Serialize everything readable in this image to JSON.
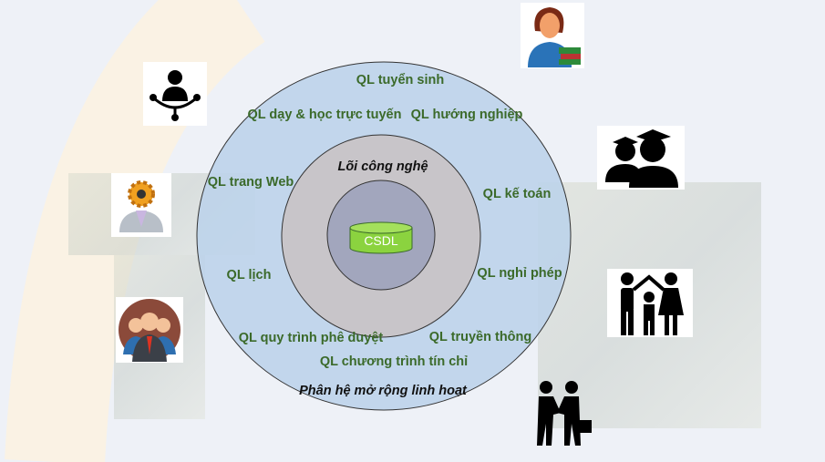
{
  "outer_ring": {
    "title": "Phân hệ mở rộng linh hoạt",
    "modules": [
      "QL tuyển sinh",
      "QL dạy & học trực tuyến",
      "QL hướng nghiệp",
      "QL trang Web",
      "QL kế toán",
      "QL lịch",
      "QL nghỉ phép",
      "QL quy trình phê duyệt",
      "QL truyền thông",
      "QL chương trình tín chỉ"
    ]
  },
  "middle_ring": {
    "title": "Lõi công nghệ"
  },
  "core": {
    "label": "CSDL"
  },
  "colors": {
    "outer": "#bcd3ea",
    "middle": "#c9c3c6",
    "inner": "#a2a6bd",
    "db": "#8bd33f",
    "text": "#3b6a2a"
  },
  "icons": [
    "admin-network-icon",
    "teacher-icon",
    "students-graduate-icon",
    "staff-gear-icon",
    "family-icon",
    "team-icon",
    "partners-handshake-icon"
  ]
}
